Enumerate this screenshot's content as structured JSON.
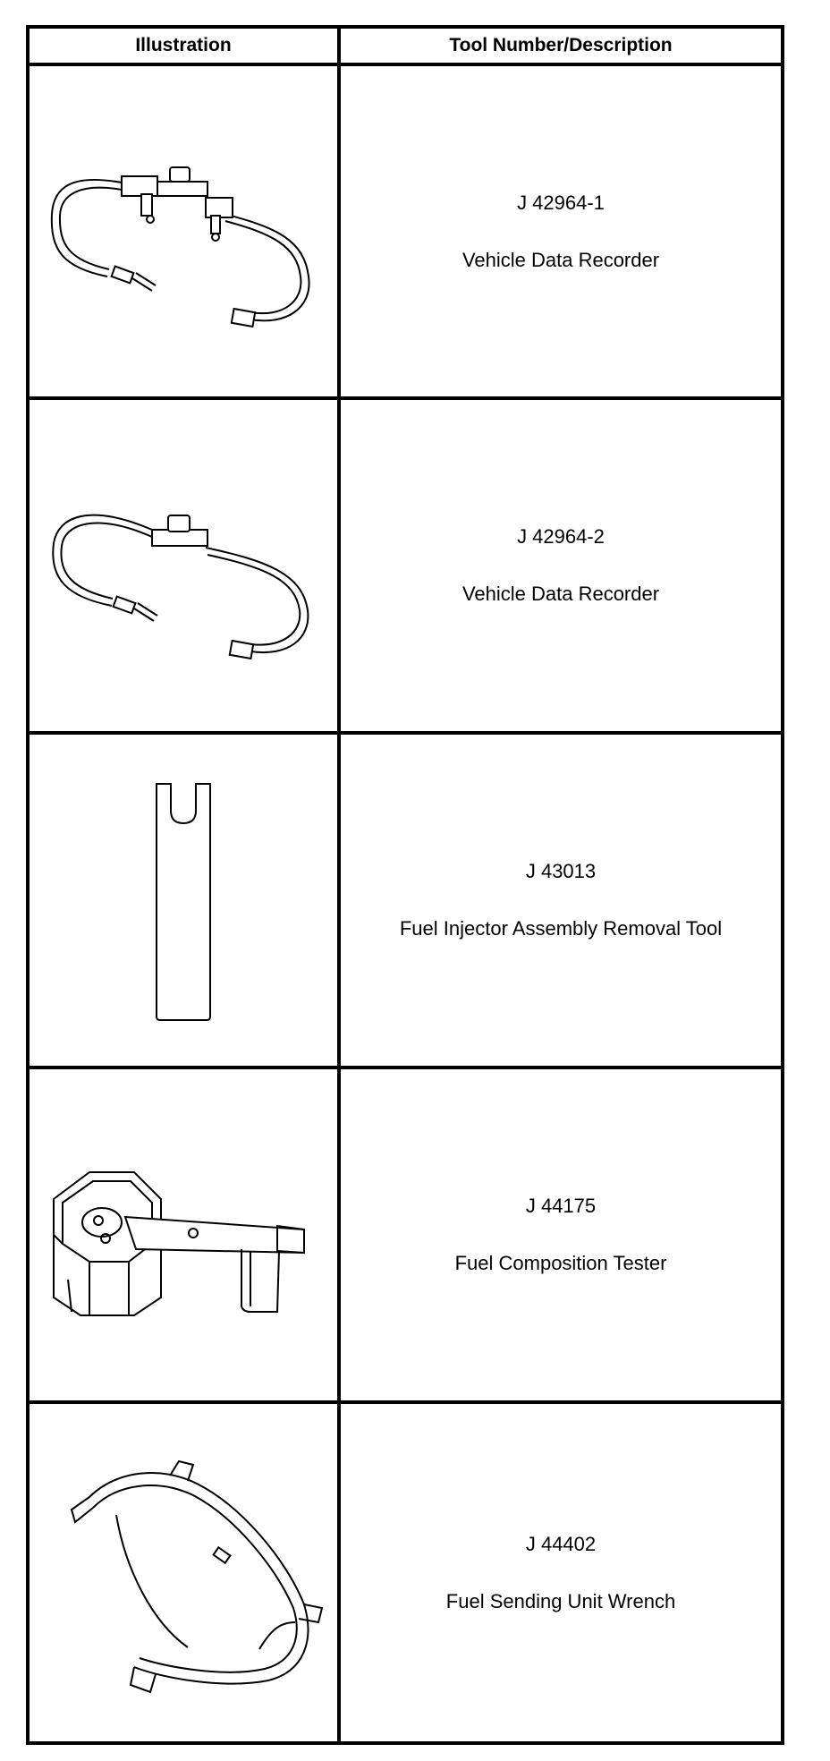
{
  "headers": {
    "illustration": "Illustration",
    "tool": "Tool Number/Description"
  },
  "tools": [
    {
      "number": "J 42964-1",
      "description": "Vehicle Data Recorder",
      "icon": "hose-adapter-two-valve-icon"
    },
    {
      "number": "J 42964-2",
      "description": "Vehicle Data Recorder",
      "icon": "hose-adapter-single-valve-icon"
    },
    {
      "number": "J 43013",
      "description": "Fuel Injector Assembly Removal Tool",
      "icon": "forked-removal-bar-icon"
    },
    {
      "number": "J 44175",
      "description": "Fuel Composition Tester",
      "icon": "composition-tester-icon"
    },
    {
      "number": "J 44402",
      "description": "Fuel Sending Unit Wrench",
      "icon": "spanner-ring-wrench-icon"
    }
  ]
}
